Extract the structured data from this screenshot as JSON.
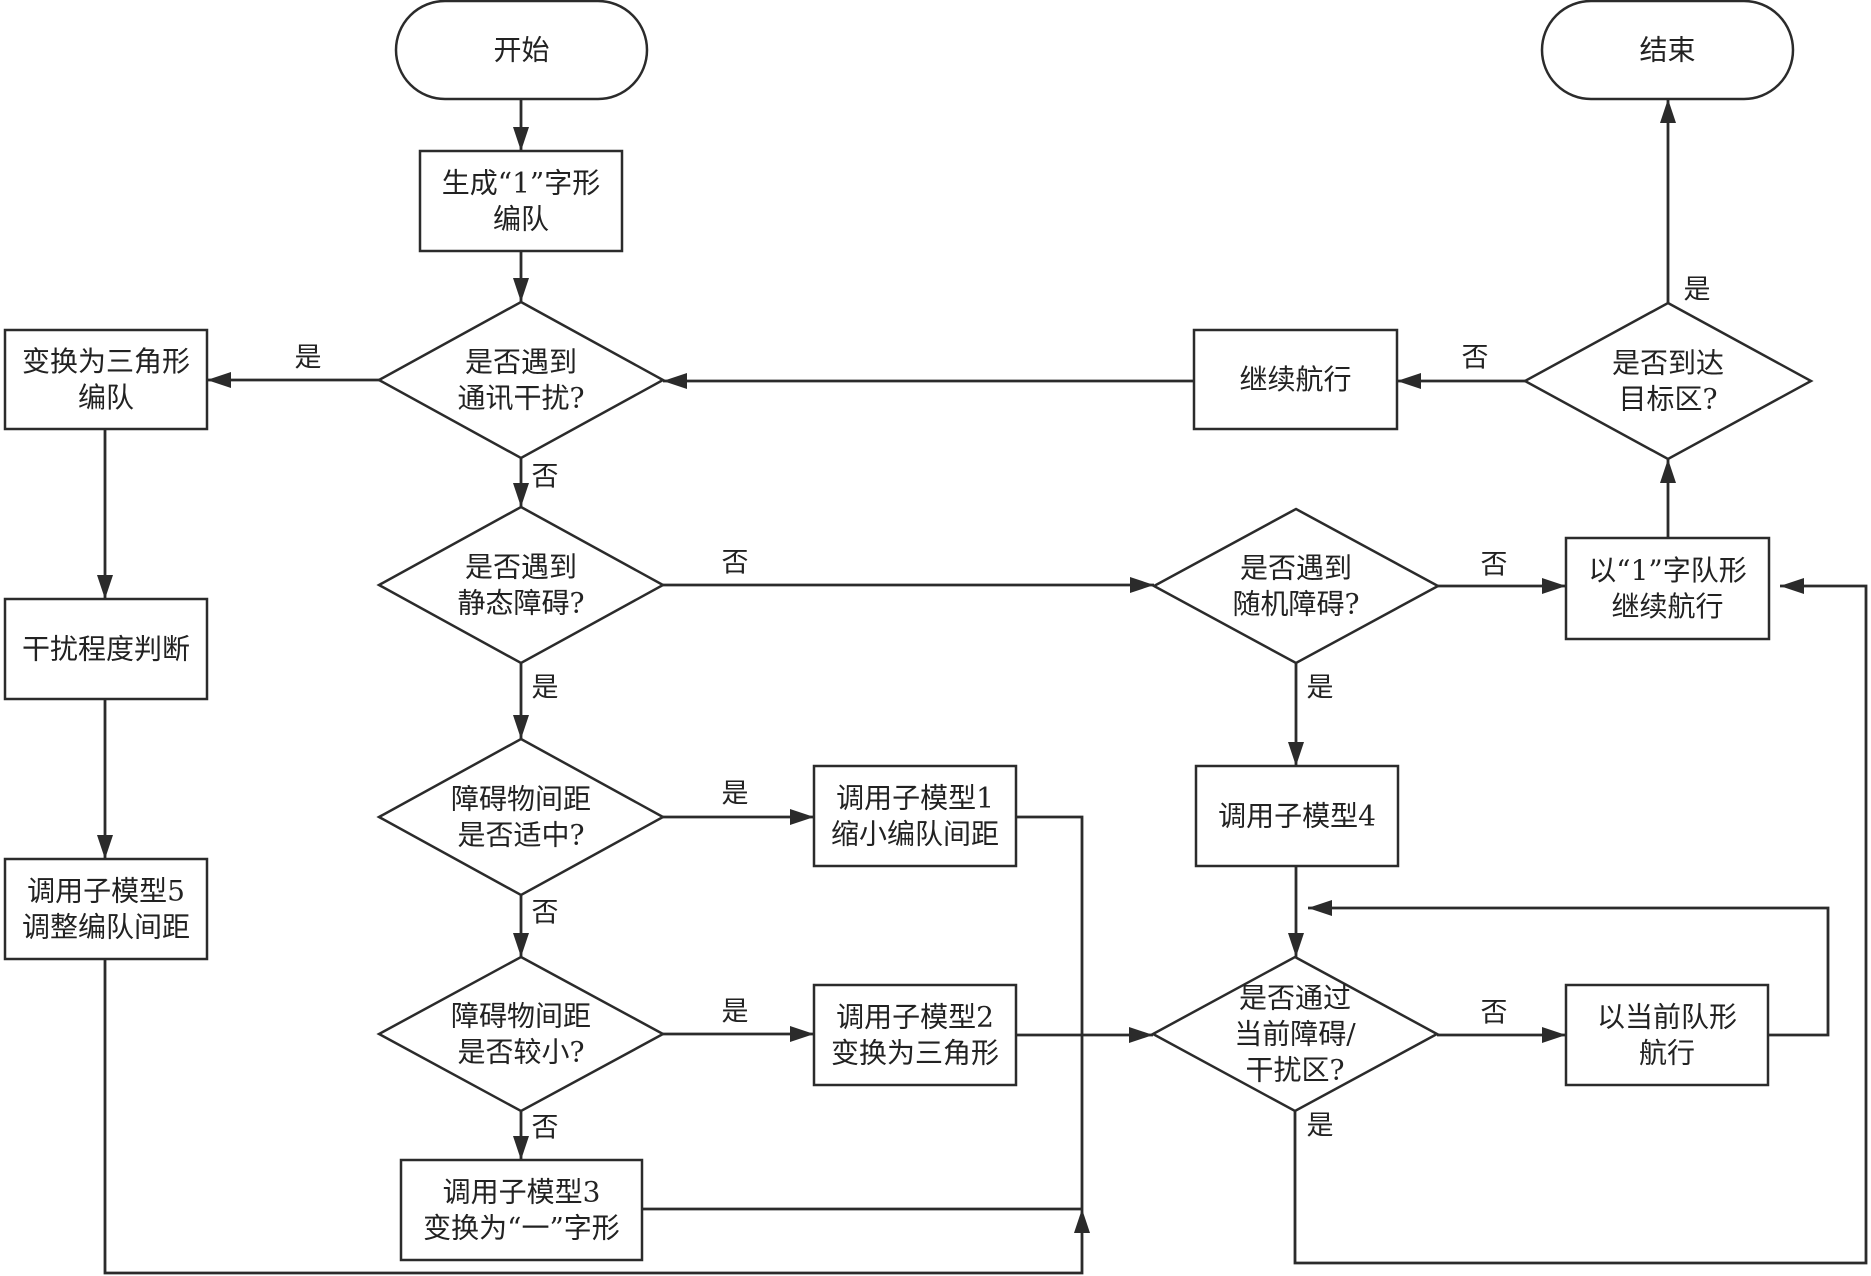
{
  "diagram": {
    "type": "flowchart",
    "stroke_color": "#2b2b2b",
    "text_color": "#222222",
    "background": "#ffffff",
    "nodes": [
      {
        "id": "start",
        "shape": "terminal",
        "lines": [
          "开始"
        ]
      },
      {
        "id": "gen1",
        "shape": "process",
        "lines": [
          "生成“1”字形",
          "编队"
        ]
      },
      {
        "id": "q_comm",
        "shape": "decision",
        "lines": [
          "是否遇到",
          "通讯干扰?"
        ]
      },
      {
        "id": "to_tri",
        "shape": "process",
        "lines": [
          "变换为三角形",
          "编队"
        ]
      },
      {
        "id": "judge",
        "shape": "process",
        "lines": [
          "干扰程度判断"
        ]
      },
      {
        "id": "sub5",
        "shape": "process",
        "lines": [
          "调用子模型5",
          "调整编队间距"
        ]
      },
      {
        "id": "q_static",
        "shape": "decision",
        "lines": [
          "是否遇到",
          "静态障碍?"
        ]
      },
      {
        "id": "q_mid",
        "shape": "decision",
        "lines": [
          "障碍物间距",
          "是否适中?"
        ]
      },
      {
        "id": "sub1",
        "shape": "process",
        "lines": [
          "调用子模型1",
          "缩小编队间距"
        ]
      },
      {
        "id": "q_small",
        "shape": "decision",
        "lines": [
          "障碍物间距",
          "是否较小?"
        ]
      },
      {
        "id": "sub2",
        "shape": "process",
        "lines": [
          "调用子模型2",
          "变换为三角形"
        ]
      },
      {
        "id": "sub3",
        "shape": "process",
        "lines": [
          "调用子模型3",
          "变换为“一”字形"
        ]
      },
      {
        "id": "q_random",
        "shape": "decision",
        "lines": [
          "是否遇到",
          "随机障碍?"
        ]
      },
      {
        "id": "sub4",
        "shape": "process",
        "lines": [
          "调用子模型4"
        ]
      },
      {
        "id": "q_pass",
        "shape": "decision",
        "lines": [
          "是否通过",
          "当前障碍/",
          "干扰区?"
        ]
      },
      {
        "id": "cur_form",
        "shape": "process",
        "lines": [
          "以当前队形",
          "航行"
        ]
      },
      {
        "id": "one_form",
        "shape": "process",
        "lines": [
          "以“1”字队形",
          "继续航行"
        ]
      },
      {
        "id": "q_target",
        "shape": "decision",
        "lines": [
          "是否到达",
          "目标区?"
        ]
      },
      {
        "id": "continue",
        "shape": "process",
        "lines": [
          "继续航行"
        ]
      },
      {
        "id": "end",
        "shape": "terminal",
        "lines": [
          "结束"
        ]
      }
    ],
    "edges": [
      {
        "from": "start",
        "to": "gen1",
        "label": ""
      },
      {
        "from": "gen1",
        "to": "q_comm",
        "label": ""
      },
      {
        "from": "q_comm",
        "to": "to_tri",
        "label": "是"
      },
      {
        "from": "q_comm",
        "to": "q_static",
        "label": "否"
      },
      {
        "from": "to_tri",
        "to": "judge",
        "label": ""
      },
      {
        "from": "judge",
        "to": "sub5",
        "label": ""
      },
      {
        "from": "sub5",
        "to": "q_pass",
        "label": ""
      },
      {
        "from": "q_static",
        "to": "q_mid",
        "label": "是"
      },
      {
        "from": "q_static",
        "to": "q_random",
        "label": "否"
      },
      {
        "from": "q_mid",
        "to": "sub1",
        "label": "是"
      },
      {
        "from": "q_mid",
        "to": "q_small",
        "label": "否"
      },
      {
        "from": "q_small",
        "to": "sub2",
        "label": "是"
      },
      {
        "from": "q_small",
        "to": "sub3",
        "label": "否"
      },
      {
        "from": "sub1",
        "to": "q_pass",
        "label": ""
      },
      {
        "from": "sub2",
        "to": "q_pass",
        "label": ""
      },
      {
        "from": "sub3",
        "to": "q_pass",
        "label": ""
      },
      {
        "from": "q_random",
        "to": "sub4",
        "label": "是"
      },
      {
        "from": "q_random",
        "to": "one_form",
        "label": "否"
      },
      {
        "from": "sub4",
        "to": "q_pass",
        "label": ""
      },
      {
        "from": "q_pass",
        "to": "cur_form",
        "label": "否"
      },
      {
        "from": "cur_form",
        "to": "q_pass",
        "label": ""
      },
      {
        "from": "q_pass",
        "to": "one_form",
        "label": "是"
      },
      {
        "from": "one_form",
        "to": "q_target",
        "label": ""
      },
      {
        "from": "q_target",
        "to": "end",
        "label": "是"
      },
      {
        "from": "q_target",
        "to": "continue",
        "label": "否"
      },
      {
        "from": "continue",
        "to": "q_comm",
        "label": ""
      }
    ]
  }
}
